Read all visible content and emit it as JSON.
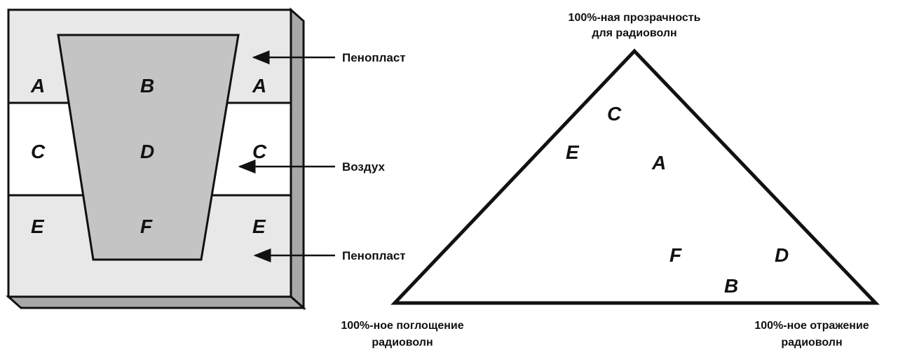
{
  "colors": {
    "foam": "#e8e8e8",
    "air": "#ffffff",
    "wedge": "#c4c4c4",
    "shadow": "#a8a8a8",
    "line": "#111111"
  },
  "block": {
    "zones": {
      "top_left": "A",
      "top_center": "B",
      "top_right": "A",
      "mid_left": "C",
      "mid_center": "D",
      "mid_right": "C",
      "bot_left": "E",
      "bot_center": "F",
      "bot_right": "E"
    },
    "labels": {
      "top_foam": "Пенопласт",
      "air": "Воздух",
      "bottom_foam": "Пенопласт"
    }
  },
  "triangle": {
    "top_label": [
      "100%-ная прозрачность",
      "для радиоволн"
    ],
    "left_label": [
      "100%-ное поглощение",
      "радиоволн"
    ],
    "right_label": [
      "100%-ное отражение",
      "радиоволн"
    ],
    "points": [
      "C",
      "E",
      "A",
      "F",
      "D",
      "B"
    ]
  }
}
